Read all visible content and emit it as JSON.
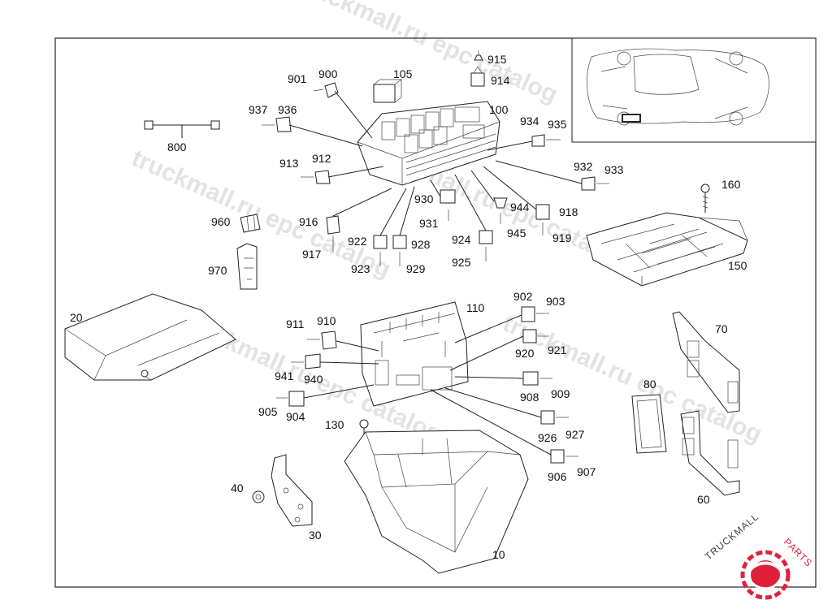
{
  "watermark": {
    "text": "truckmall.ru epc catalog"
  },
  "brand": {
    "text_left": "TRUCKMALL",
    "text_right": "PARTS",
    "color": "#e0203a"
  },
  "callouts": {
    "c10": "10",
    "c20": "20",
    "c30": "30",
    "c40": "40",
    "c60": "60",
    "c70": "70",
    "c80": "80",
    "c100": "100",
    "c105": "105",
    "c110": "110",
    "c130": "130",
    "c150": "150",
    "c160": "160",
    "c800": "800",
    "c900": "900",
    "c901": "901",
    "c902": "902",
    "c903": "903",
    "c904": "904",
    "c905": "905",
    "c906": "906",
    "c907": "907",
    "c908": "908",
    "c909": "909",
    "c910": "910",
    "c911": "911",
    "c912": "912",
    "c913": "913",
    "c914": "914",
    "c915": "915",
    "c916": "916",
    "c917": "917",
    "c918": "918",
    "c919": "919",
    "c920": "920",
    "c921": "921",
    "c922": "922",
    "c923": "923",
    "c924": "924",
    "c925": "925",
    "c926": "926",
    "c927": "927",
    "c928": "928",
    "c929": "929",
    "c930": "930",
    "c931": "931",
    "c932": "932",
    "c933": "933",
    "c934": "934",
    "c935": "935",
    "c936": "936",
    "c937": "937",
    "c940": "940",
    "c941": "941",
    "c944": "944",
    "c945": "945",
    "c960": "960",
    "c970": "970"
  }
}
